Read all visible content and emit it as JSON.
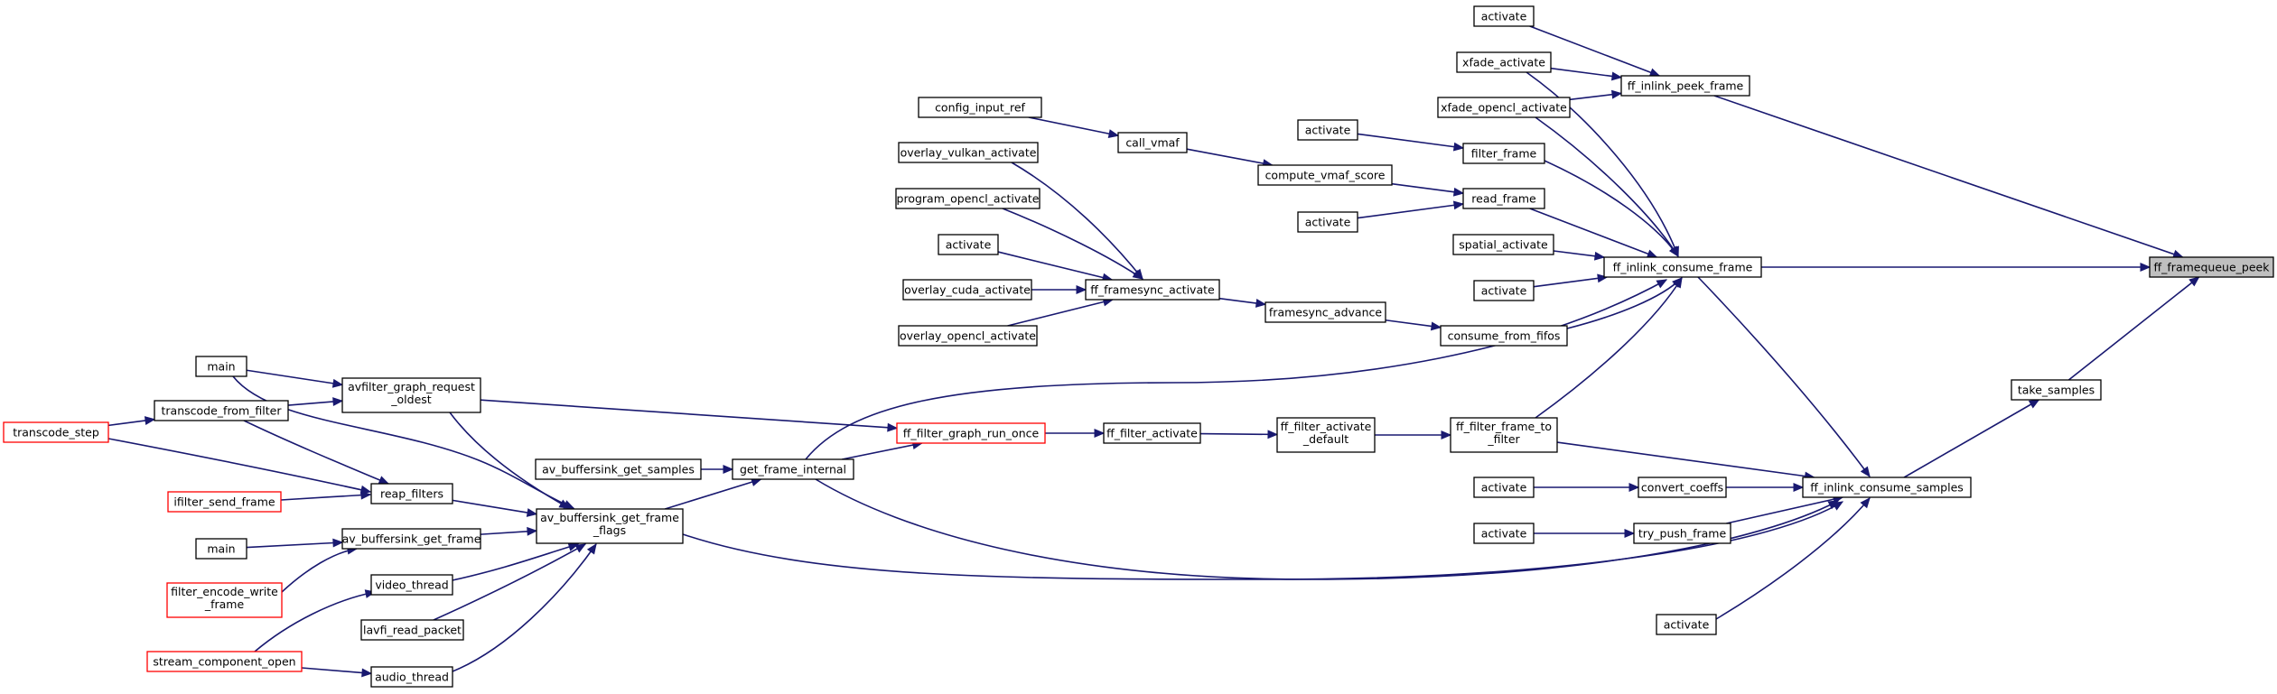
{
  "graph": {
    "root": "ff_framequeue_peek",
    "nodes": {
      "ff_framequeue_peek": "ff_framequeue_peek",
      "ff_inlink_peek_frame": "ff_inlink_peek_frame",
      "ff_inlink_consume_frame": "ff_inlink_consume_frame",
      "take_samples": "take_samples",
      "ff_inlink_consume_samples": "ff_inlink_consume_samples",
      "activate_a": "activate",
      "xfade_activate": "xfade_activate",
      "xfade_opencl_activate": "xfade_opencl_activate",
      "activate_b": "activate",
      "filter_frame": "filter_frame",
      "read_frame": "read_frame",
      "activate_c": "activate",
      "spatial_activate": "spatial_activate",
      "activate_d": "activate",
      "consume_from_fifos": "consume_from_fifos",
      "compute_vmaf_score": "compute_vmaf_score",
      "call_vmaf": "call_vmaf",
      "config_input_ref": "config_input_ref",
      "framesync_advance": "framesync_advance",
      "ff_framesync_activate": "ff_framesync_activate",
      "overlay_vulkan_activate": "overlay_vulkan_activate",
      "program_opencl_activate": "program_opencl_activate",
      "activate_e": "activate",
      "overlay_cuda_activate": "overlay_cuda_activate",
      "overlay_opencl_activate": "overlay_opencl_activate",
      "ff_filter_frame_to_filter": [
        "ff_filter_frame_to",
        "_filter"
      ],
      "ff_filter_activate_default": [
        "ff_filter_activate",
        "_default"
      ],
      "ff_filter_activate": "ff_filter_activate",
      "ff_filter_graph_run_once": "ff_filter_graph_run_once",
      "get_frame_internal": "get_frame_internal",
      "avfilter_graph_request_oldest": [
        "avfilter_graph_request",
        "_oldest"
      ],
      "av_buffersink_get_samples": "av_buffersink_get_samples",
      "av_buffersink_get_frame_flags": [
        "av_buffersink_get_frame",
        "_flags"
      ],
      "main_a": "main",
      "transcode_from_filter": "transcode_from_filter",
      "transcode_step": "transcode_step",
      "reap_filters": "reap_filters",
      "ifilter_send_frame": "ifilter_send_frame",
      "main_b": "main",
      "av_buffersink_get_frame": "av_buffersink_get_frame",
      "filter_encode_write_frame": [
        "filter_encode_write",
        "_frame"
      ],
      "video_thread": "video_thread",
      "lavfi_read_packet": "lavfi_read_packet",
      "stream_component_open": "stream_component_open",
      "audio_thread": "audio_thread",
      "convert_coeffs": "convert_coeffs",
      "try_push_frame": "try_push_frame",
      "activate_f": "activate",
      "activate_g": "activate",
      "activate_h": "activate"
    },
    "edges": [
      [
        "activate_a",
        "ff_inlink_peek_frame"
      ],
      [
        "xfade_activate",
        "ff_inlink_peek_frame"
      ],
      [
        "xfade_opencl_activate",
        "ff_inlink_peek_frame"
      ],
      [
        "ff_inlink_peek_frame",
        "ff_framequeue_peek"
      ],
      [
        "xfade_activate",
        "ff_inlink_consume_frame"
      ],
      [
        "xfade_opencl_activate",
        "ff_inlink_consume_frame"
      ],
      [
        "filter_frame",
        "ff_inlink_consume_frame"
      ],
      [
        "read_frame",
        "ff_inlink_consume_frame"
      ],
      [
        "spatial_activate",
        "ff_inlink_consume_frame"
      ],
      [
        "activate_d",
        "ff_inlink_consume_frame"
      ],
      [
        "consume_from_fifos",
        "ff_inlink_consume_frame"
      ],
      [
        "ff_filter_frame_to_filter",
        "ff_inlink_consume_frame"
      ],
      [
        "get_frame_internal",
        "ff_inlink_consume_frame"
      ],
      [
        "ff_inlink_consume_frame",
        "ff_framequeue_peek"
      ],
      [
        "ff_inlink_consume_frame",
        "ff_inlink_consume_samples"
      ],
      [
        "take_samples",
        "ff_framequeue_peek"
      ],
      [
        "ff_inlink_consume_samples",
        "take_samples"
      ],
      [
        "activate_b",
        "filter_frame"
      ],
      [
        "compute_vmaf_score",
        "read_frame"
      ],
      [
        "activate_c",
        "read_frame"
      ],
      [
        "call_vmaf",
        "compute_vmaf_score"
      ],
      [
        "config_input_ref",
        "call_vmaf"
      ],
      [
        "framesync_advance",
        "consume_from_fifos"
      ],
      [
        "ff_framesync_activate",
        "framesync_advance"
      ],
      [
        "overlay_vulkan_activate",
        "ff_framesync_activate"
      ],
      [
        "program_opencl_activate",
        "ff_framesync_activate"
      ],
      [
        "activate_e",
        "ff_framesync_activate"
      ],
      [
        "overlay_cuda_activate",
        "ff_framesync_activate"
      ],
      [
        "overlay_opencl_activate",
        "ff_framesync_activate"
      ],
      [
        "ff_filter_frame_to_filter",
        "ff_inlink_consume_samples"
      ],
      [
        "convert_coeffs",
        "ff_inlink_consume_samples"
      ],
      [
        "try_push_frame",
        "ff_inlink_consume_samples"
      ],
      [
        "activate_h",
        "ff_inlink_consume_samples"
      ],
      [
        "av_buffersink_get_frame_flags",
        "ff_inlink_consume_samples"
      ],
      [
        "get_frame_internal",
        "ff_inlink_consume_samples"
      ],
      [
        "activate_f",
        "convert_coeffs"
      ],
      [
        "activate_g",
        "try_push_frame"
      ],
      [
        "ff_filter_activate_default",
        "ff_filter_frame_to_filter"
      ],
      [
        "ff_filter_activate",
        "ff_filter_activate_default"
      ],
      [
        "ff_filter_graph_run_once",
        "ff_filter_activate"
      ],
      [
        "avfilter_graph_request_oldest",
        "ff_filter_graph_run_once"
      ],
      [
        "get_frame_internal",
        "ff_filter_graph_run_once"
      ],
      [
        "av_buffersink_get_samples",
        "get_frame_internal"
      ],
      [
        "av_buffersink_get_frame_flags",
        "get_frame_internal"
      ],
      [
        "main_a",
        "avfilter_graph_request_oldest"
      ],
      [
        "transcode_from_filter",
        "avfilter_graph_request_oldest"
      ],
      [
        "main_a",
        "av_buffersink_get_frame_flags"
      ],
      [
        "avfilter_graph_request_oldest",
        "av_buffersink_get_frame_flags"
      ],
      [
        "reap_filters",
        "av_buffersink_get_frame_flags"
      ],
      [
        "av_buffersink_get_frame",
        "av_buffersink_get_frame_flags"
      ],
      [
        "video_thread",
        "av_buffersink_get_frame_flags"
      ],
      [
        "lavfi_read_packet",
        "av_buffersink_get_frame_flags"
      ],
      [
        "audio_thread",
        "av_buffersink_get_frame_flags"
      ],
      [
        "transcode_step",
        "transcode_from_filter"
      ],
      [
        "transcode_from_filter",
        "reap_filters"
      ],
      [
        "transcode_step",
        "reap_filters"
      ],
      [
        "ifilter_send_frame",
        "reap_filters"
      ],
      [
        "main_b",
        "av_buffersink_get_frame"
      ],
      [
        "filter_encode_write_frame",
        "av_buffersink_get_frame"
      ],
      [
        "stream_component_open",
        "video_thread"
      ],
      [
        "stream_component_open",
        "audio_thread"
      ]
    ]
  }
}
